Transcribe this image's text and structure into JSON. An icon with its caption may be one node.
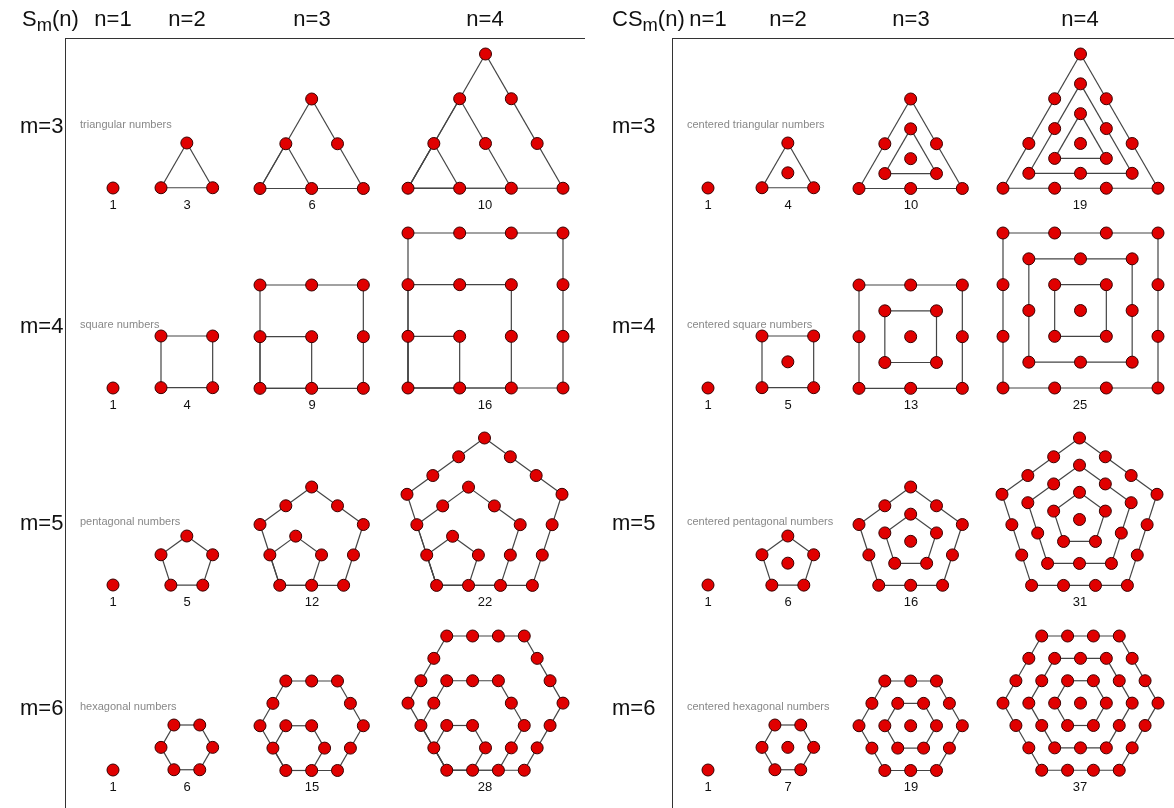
{
  "diagram": {
    "labels": [
      "S$_{m}$(n)",
      "n=1",
      "n=2",
      "n=3",
      "n=4",
      "CS$_{m}$(n)",
      "n=1",
      "n=2",
      "n=3",
      "n=4",
      "m=3",
      "triangular numbers",
      "1",
      "3",
      "6",
      "10",
      "m=3",
      "centered triangular numbers",
      "1",
      "4",
      "10",
      "19",
      "m=4",
      "square numbers",
      "1",
      "4",
      "9",
      "16",
      "m=4",
      "centered square numbers",
      "1",
      "5",
      "13",
      "25",
      "m=5",
      "pentagonal numbers",
      "1",
      "5",
      "12",
      "22",
      "m=5",
      "centered pentagonal numbers",
      "1",
      "6",
      "16",
      "31",
      "m=6",
      "hexagonal numbers",
      "1",
      "6",
      "15",
      "28",
      "m=6",
      "centered hexagonal numbers",
      "1",
      "7",
      "19",
      "37"
    ]
  }
}
